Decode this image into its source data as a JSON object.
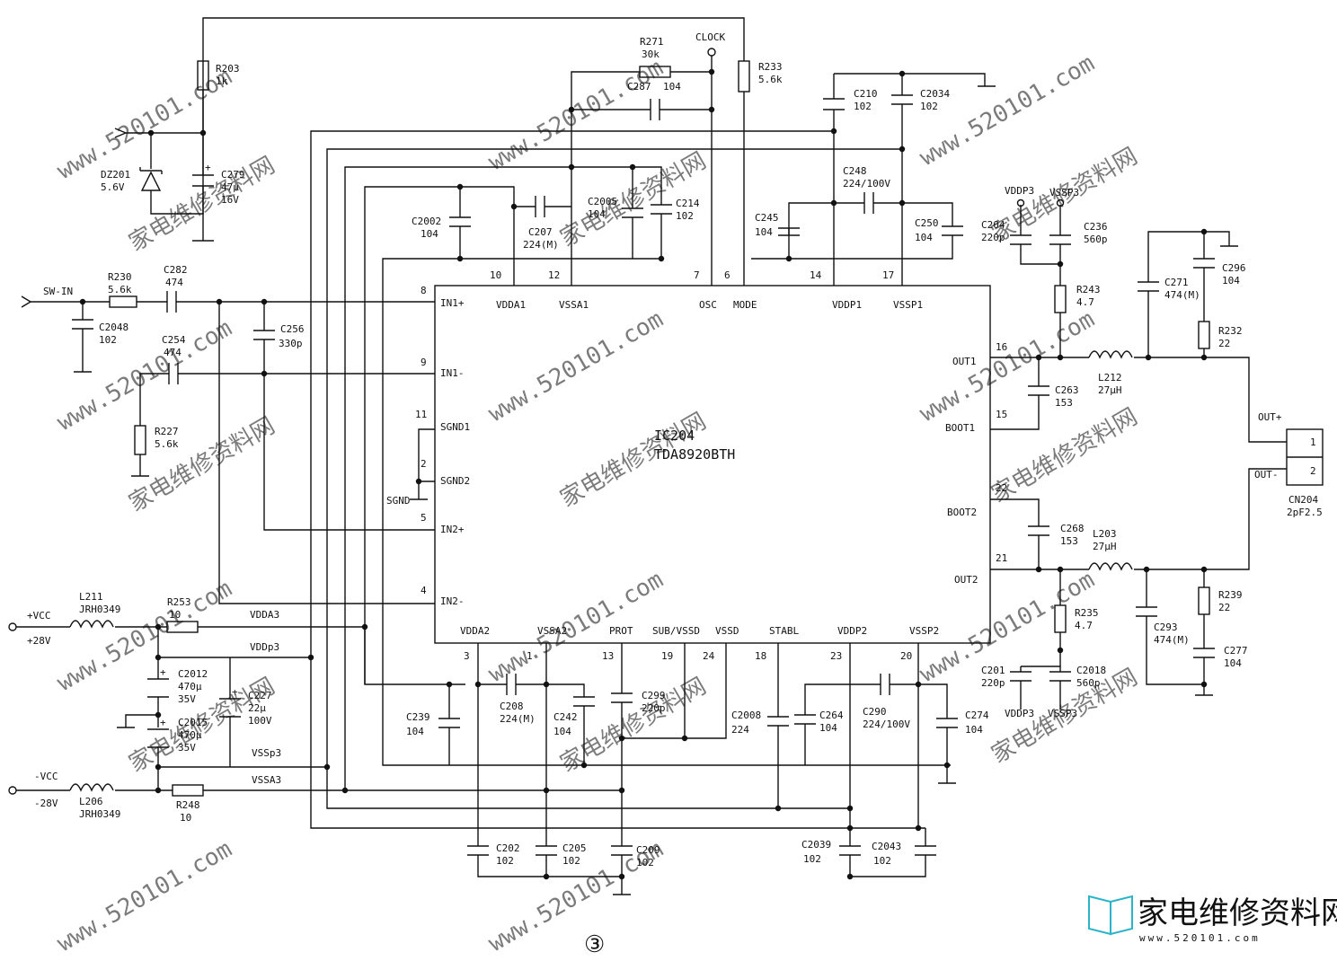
{
  "ic": {
    "name": "IC204",
    "part": "TDA8920BTH",
    "pins": [
      {
        "num": "8",
        "name": "IN1+"
      },
      {
        "num": "9",
        "name": "IN1-"
      },
      {
        "num": "11",
        "name": "SGND1"
      },
      {
        "num": "2",
        "name": "SGND2"
      },
      {
        "num": "5",
        "name": "IN2+"
      },
      {
        "num": "4",
        "name": "IN2-"
      },
      {
        "num": "10",
        "name": "VDDA1"
      },
      {
        "num": "12",
        "name": "VSSA1"
      },
      {
        "num": "7",
        "name": "OSC"
      },
      {
        "num": "6",
        "name": "MODE"
      },
      {
        "num": "14",
        "name": "VDDP1"
      },
      {
        "num": "17",
        "name": "VSSP1"
      },
      {
        "num": "16",
        "name": "OUT1"
      },
      {
        "num": "15",
        "name": "BOOT1"
      },
      {
        "num": "22",
        "name": "BOOT2"
      },
      {
        "num": "21",
        "name": "OUT2"
      },
      {
        "num": "3",
        "name": "VDDA2"
      },
      {
        "num": "1",
        "name": "VSSA2"
      },
      {
        "num": "13",
        "name": "PROT"
      },
      {
        "num": "19",
        "name": "SUB/VSSD"
      },
      {
        "num": "24",
        "name": "VSSD"
      },
      {
        "num": "18",
        "name": "STABL"
      },
      {
        "num": "23",
        "name": "VDDP2"
      },
      {
        "num": "20",
        "name": "VSSP2"
      }
    ]
  },
  "components": [
    {
      "ref": "R203",
      "value": "1k"
    },
    {
      "ref": "C279",
      "value": "47μ",
      "rating": "16V"
    },
    {
      "ref": "DZ201",
      "value": "5.6V"
    },
    {
      "ref": "R271",
      "value": "30k"
    },
    {
      "ref": "C287",
      "value": "104"
    },
    {
      "ref": "R233",
      "value": "5.6k"
    },
    {
      "ref": "C210",
      "value": "102"
    },
    {
      "ref": "C2034",
      "value": "102"
    },
    {
      "ref": "C248",
      "value": "224/100V"
    },
    {
      "ref": "C2002",
      "value": "104"
    },
    {
      "ref": "C207",
      "value": "224(M)"
    },
    {
      "ref": "C2005",
      "value": "104"
    },
    {
      "ref": "C214",
      "value": "102"
    },
    {
      "ref": "C245",
      "value": "104"
    },
    {
      "ref": "C250",
      "value": "104"
    },
    {
      "ref": "R230",
      "value": "5.6k"
    },
    {
      "ref": "C282",
      "value": "474"
    },
    {
      "ref": "C2048",
      "value": "102"
    },
    {
      "ref": "C254",
      "value": "474"
    },
    {
      "ref": "C256",
      "value": "330p"
    },
    {
      "ref": "R227",
      "value": "5.6k"
    },
    {
      "ref": "C204",
      "value": "220p"
    },
    {
      "ref": "C236",
      "value": "560p"
    },
    {
      "ref": "R243",
      "value": "4.7"
    },
    {
      "ref": "C271",
      "value": "474(M)"
    },
    {
      "ref": "C296",
      "value": "104"
    },
    {
      "ref": "R232",
      "value": "22"
    },
    {
      "ref": "L212",
      "value": "27μH"
    },
    {
      "ref": "C263",
      "value": "153"
    },
    {
      "ref": "C268",
      "value": "153"
    },
    {
      "ref": "L203",
      "value": "27μH"
    },
    {
      "ref": "R235",
      "value": "4.7"
    },
    {
      "ref": "C293",
      "value": "474(M)"
    },
    {
      "ref": "R239",
      "value": "22"
    },
    {
      "ref": "C277",
      "value": "104"
    },
    {
      "ref": "C201",
      "value": "220p"
    },
    {
      "ref": "C2018",
      "value": "560p"
    },
    {
      "ref": "CN204",
      "value": "2pF2.5"
    },
    {
      "ref": "L211",
      "value": "JRH0349"
    },
    {
      "ref": "R253",
      "value": "10"
    },
    {
      "ref": "C2012",
      "value": "470μ",
      "rating": "35V"
    },
    {
      "ref": "C227",
      "value": "22μ",
      "rating": "100V"
    },
    {
      "ref": "C2015",
      "value": "470μ",
      "rating": "35V"
    },
    {
      "ref": "L206",
      "value": "JRH0349"
    },
    {
      "ref": "R248",
      "value": "10"
    },
    {
      "ref": "C239",
      "value": "104"
    },
    {
      "ref": "C208",
      "value": "224(M)"
    },
    {
      "ref": "C242",
      "value": "104"
    },
    {
      "ref": "C299",
      "value": "220p"
    },
    {
      "ref": "C2008",
      "value": "224"
    },
    {
      "ref": "C264",
      "value": "104"
    },
    {
      "ref": "C290",
      "value": "224/100V"
    },
    {
      "ref": "C274",
      "value": "104"
    },
    {
      "ref": "C202",
      "value": "102"
    },
    {
      "ref": "C205",
      "value": "102"
    },
    {
      "ref": "C209",
      "value": "102"
    },
    {
      "ref": "C2039",
      "value": "102"
    },
    {
      "ref": "C2043",
      "value": "102"
    }
  ],
  "nets": {
    "sw_in": "SW-IN",
    "clock": "CLOCK",
    "sgnd": "SGND",
    "vcc_pos": "+VCC",
    "v_pos": "+28V",
    "vcc_neg": "-VCC",
    "v_neg": "-28V",
    "vdda3": "VDDA3",
    "vddp3": "VDDp3",
    "vssp3": "VSSp3",
    "vssa3": "VSSA3",
    "vddp3_a": "VDDP3",
    "vssp3_a": "VSSP3",
    "vddp3_b": "VDDP3",
    "vssp3_b": "VSSP3",
    "out_pos": "OUT+",
    "out_neg": "OUT-",
    "cn_pin1": "1",
    "cn_pin2": "2"
  },
  "figure_number": "③",
  "watermark": {
    "site_cn": "家电维修资料网",
    "url": "www.520101.com",
    "logo_text": "家电维修资料网",
    "logo_url": "www.520101.com"
  }
}
